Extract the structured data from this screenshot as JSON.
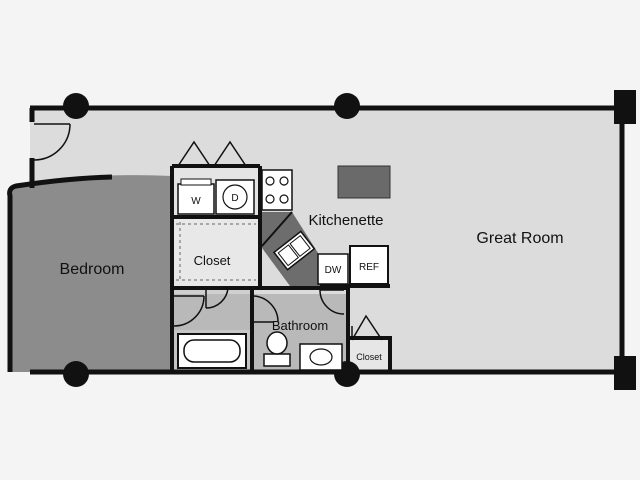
{
  "rooms": {
    "bedroom": "Bedroom",
    "great_room": "Great Room",
    "kitchenette": "Kitchenette",
    "bathroom": "Bathroom",
    "closet_main": "Closet",
    "closet_small": "Closet"
  },
  "appliances": {
    "washer": "W",
    "dryer": "D",
    "dishwasher": "DW",
    "refrigerator": "REF"
  },
  "colors": {
    "background": "#f4f4f4",
    "floor_light": "#dcdcdc",
    "floor_bedroom": "#8c8c8c",
    "floor_bath": "#b9b9b9",
    "floor_closet": "#e8e8e8",
    "wall": "#111111"
  }
}
